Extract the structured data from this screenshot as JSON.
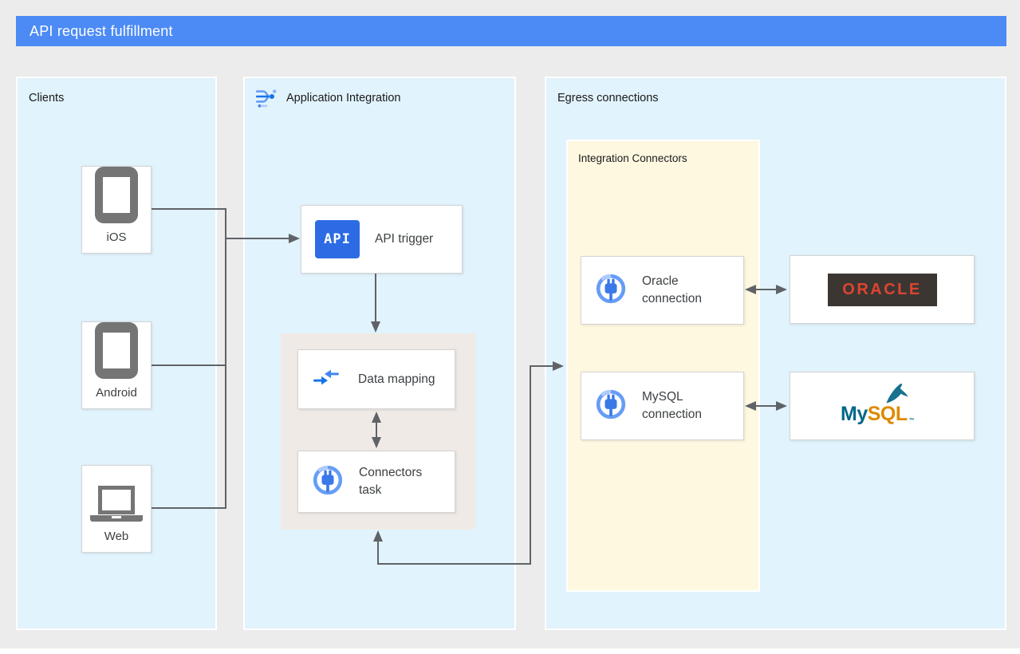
{
  "header": {
    "title": "API request fulfillment"
  },
  "clients": {
    "title": "Clients",
    "items": [
      {
        "label": "iOS",
        "icon": "phone-icon"
      },
      {
        "label": "Android",
        "icon": "phone-icon"
      },
      {
        "label": "Web",
        "icon": "laptop-icon"
      }
    ]
  },
  "integration": {
    "title": "Application Integration",
    "icon": "application-integration-icon",
    "api_trigger": {
      "icon_text": "API",
      "label": "API trigger"
    },
    "data_mapping": {
      "label": "Data mapping"
    },
    "connectors_task": {
      "label": "Connectors task"
    }
  },
  "egress": {
    "title": "Egress connections",
    "connectors_group": {
      "title": "Integration Connectors",
      "oracle_connection": {
        "label": "Oracle connection"
      },
      "mysql_connection": {
        "label": "MySQL connection"
      }
    },
    "targets": {
      "oracle_logo_text": "ORACLE",
      "mysql_my": "My",
      "mysql_sql": "SQL",
      "mysql_tm": "™"
    }
  },
  "colors": {
    "header_bg": "#4C8BF5",
    "zone_blue": "#E1F3FC",
    "group_yellow": "#FFF8E1",
    "group_beige": "#F0EAE6",
    "line_gray": "#5F6368",
    "icon_gray": "#757575",
    "google_blue": "#1A73E8",
    "oracle_red": "#DE4430",
    "oracle_dark": "#3B3632",
    "mysql_teal": "#00678A",
    "mysql_orange": "#DE8A00"
  }
}
